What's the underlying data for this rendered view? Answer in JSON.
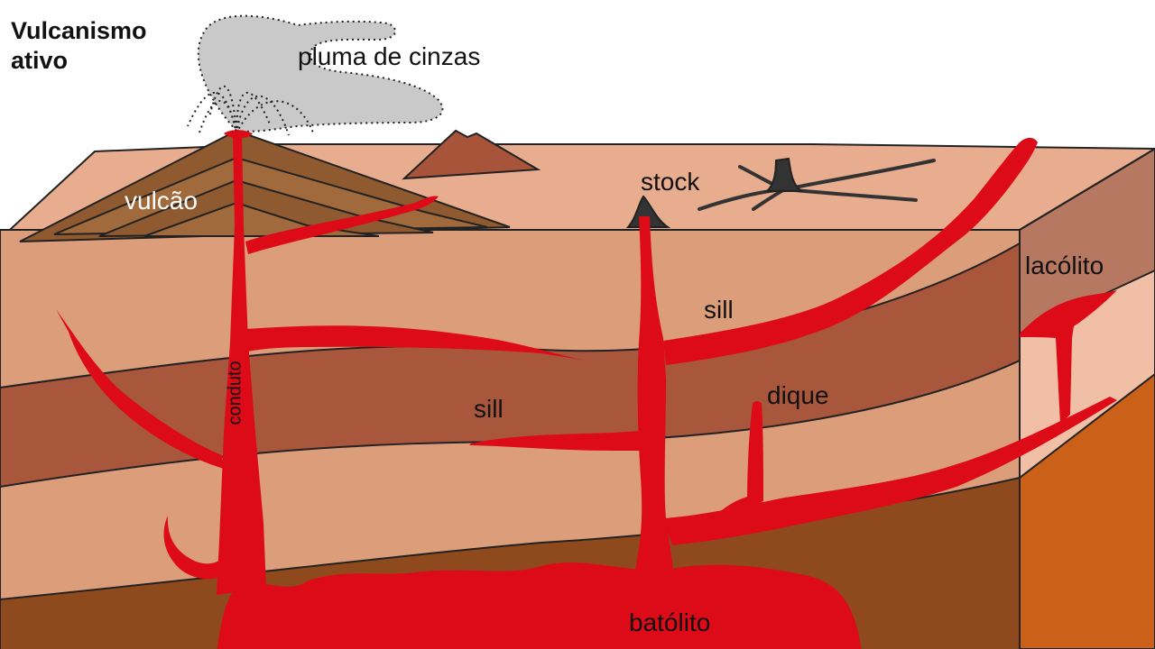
{
  "title": {
    "line1": "Vulcanismo",
    "line2": "ativo"
  },
  "labels": {
    "plume": "pluma de cinzas",
    "volcano": "vulcão",
    "stock": "stock",
    "laccolith": "lacólito",
    "sill_upper": "sill",
    "sill_lower": "sill",
    "dike": "dique",
    "conduit": "conduto",
    "batholith": "batólito"
  },
  "colors": {
    "magma": "#dd0a17",
    "surface": "#e8ac8f",
    "layer_light": "#dc9d7a",
    "layer_dark": "#a8563c",
    "layer_brown": "#8e4a1c",
    "side_light": "#f0bfa5",
    "side_dark": "#b77861",
    "side_orange": "#cb6118",
    "plume": "#c9c9c9",
    "volcano_strata": "#8f5a2f",
    "volcano_strata_light": "#a06a3c",
    "cone": "#a8543a",
    "outline": "#222222"
  }
}
